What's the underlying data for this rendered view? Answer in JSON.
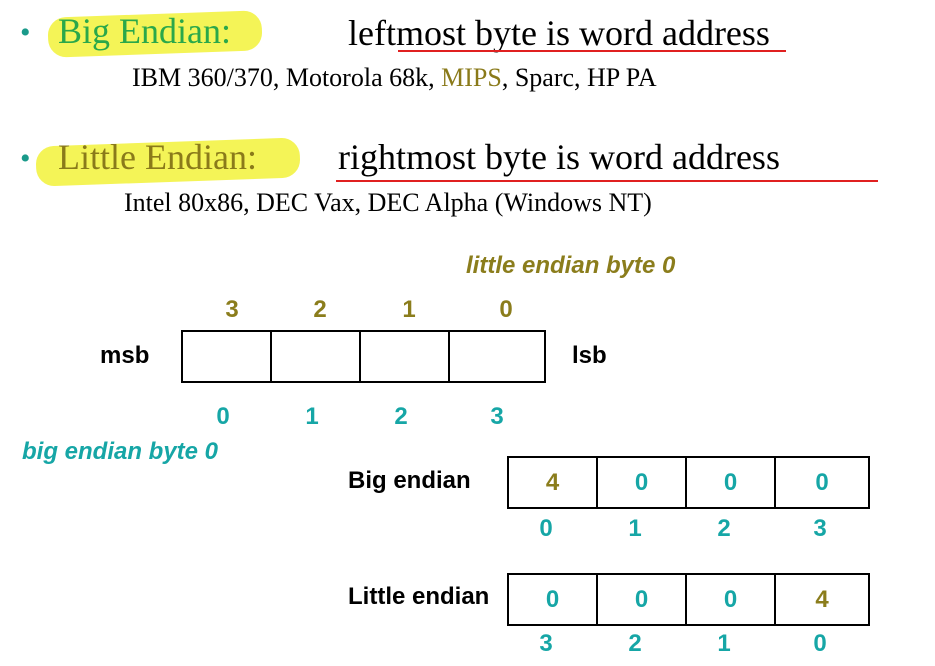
{
  "bullets": [
    {
      "label": "Big Endian:",
      "description": "leftmost byte is word address",
      "examples_pre": "IBM 360/370, Motorola 68k, ",
      "examples_mips": "MIPS",
      "examples_post": ", Sparc, HP PA"
    },
    {
      "label": "Little Endian:",
      "description": "rightmost byte is word address",
      "examples": "Intel 80x86, DEC Vax, DEC Alpha (Windows NT)"
    }
  ],
  "bullet_char": "•",
  "word_diagram": {
    "little_caption": "little endian byte 0",
    "big_caption": "big endian byte 0",
    "msb": "msb",
    "lsb": "lsb",
    "top_indices": [
      "3",
      "2",
      "1",
      "0"
    ],
    "bottom_indices": [
      "0",
      "1",
      "2",
      "3"
    ]
  },
  "examples": [
    {
      "label": "Big endian",
      "cells": [
        "4",
        "0",
        "0",
        "0"
      ],
      "indices": [
        "0",
        "1",
        "2",
        "3"
      ]
    },
    {
      "label": "Little endian",
      "cells": [
        "0",
        "0",
        "0",
        "4"
      ],
      "indices": [
        "3",
        "2",
        "1",
        "0"
      ]
    }
  ],
  "colors": {
    "olive": "#8b7d1c",
    "teal": "#16a6a6",
    "highlight": "#f2f23a",
    "underline": "#e02020"
  }
}
